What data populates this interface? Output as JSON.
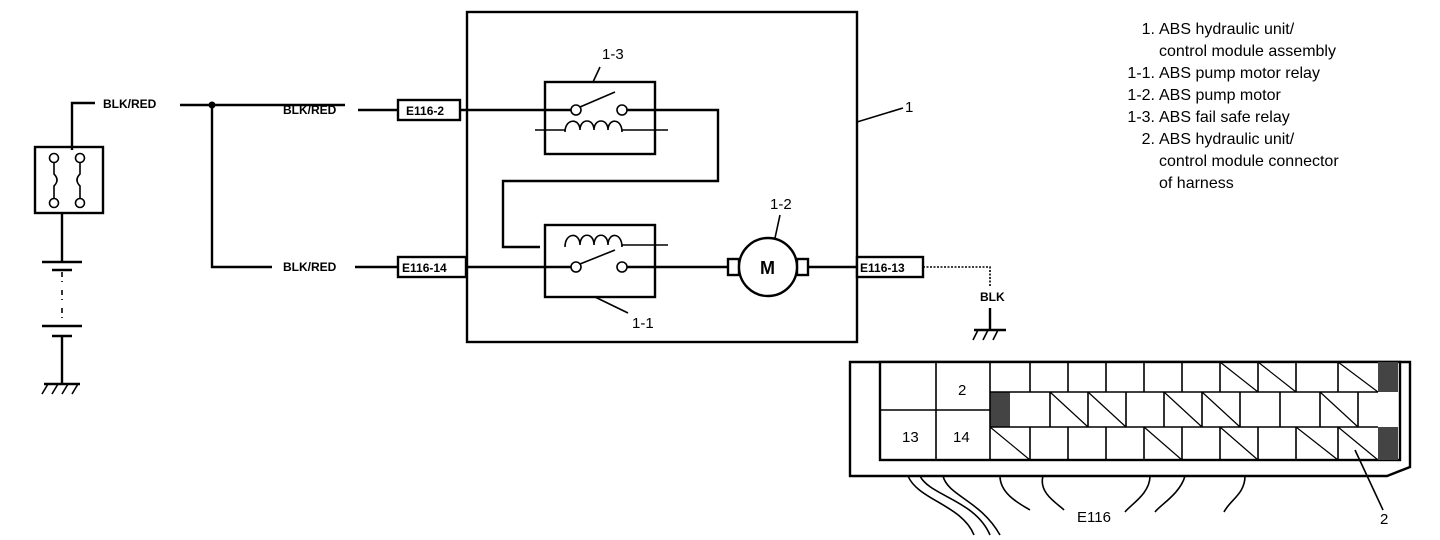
{
  "labels": {
    "wire_blk_red_1": "BLK/RED",
    "wire_blk_red_2": "BLK/RED",
    "wire_blk_red_3": "BLK/RED",
    "wire_blk": "BLK",
    "conn_e116_2": "E116-2",
    "conn_e116_14": "E116-14",
    "conn_e116_13": "E116-13",
    "ref_1": "1",
    "ref_1_1": "1-1",
    "ref_1_2": "1-2",
    "ref_1_3": "1-3",
    "ref_2": "2",
    "motor": "M",
    "connector_name": "E116"
  },
  "connector_pins": {
    "pin_2": "2",
    "pin_13": "13",
    "pin_14": "14"
  },
  "legend": [
    {
      "num": "1.",
      "lines": [
        "ABS hydraulic unit/",
        "control module assembly"
      ]
    },
    {
      "num": "1-1.",
      "lines": [
        "ABS pump motor relay"
      ]
    },
    {
      "num": "1-2.",
      "lines": [
        "ABS pump motor"
      ]
    },
    {
      "num": "1-3.",
      "lines": [
        "ABS fail safe relay"
      ]
    },
    {
      "num": "2.",
      "lines": [
        "ABS hydraulic unit/",
        "control module connector",
        "of harness"
      ]
    }
  ]
}
